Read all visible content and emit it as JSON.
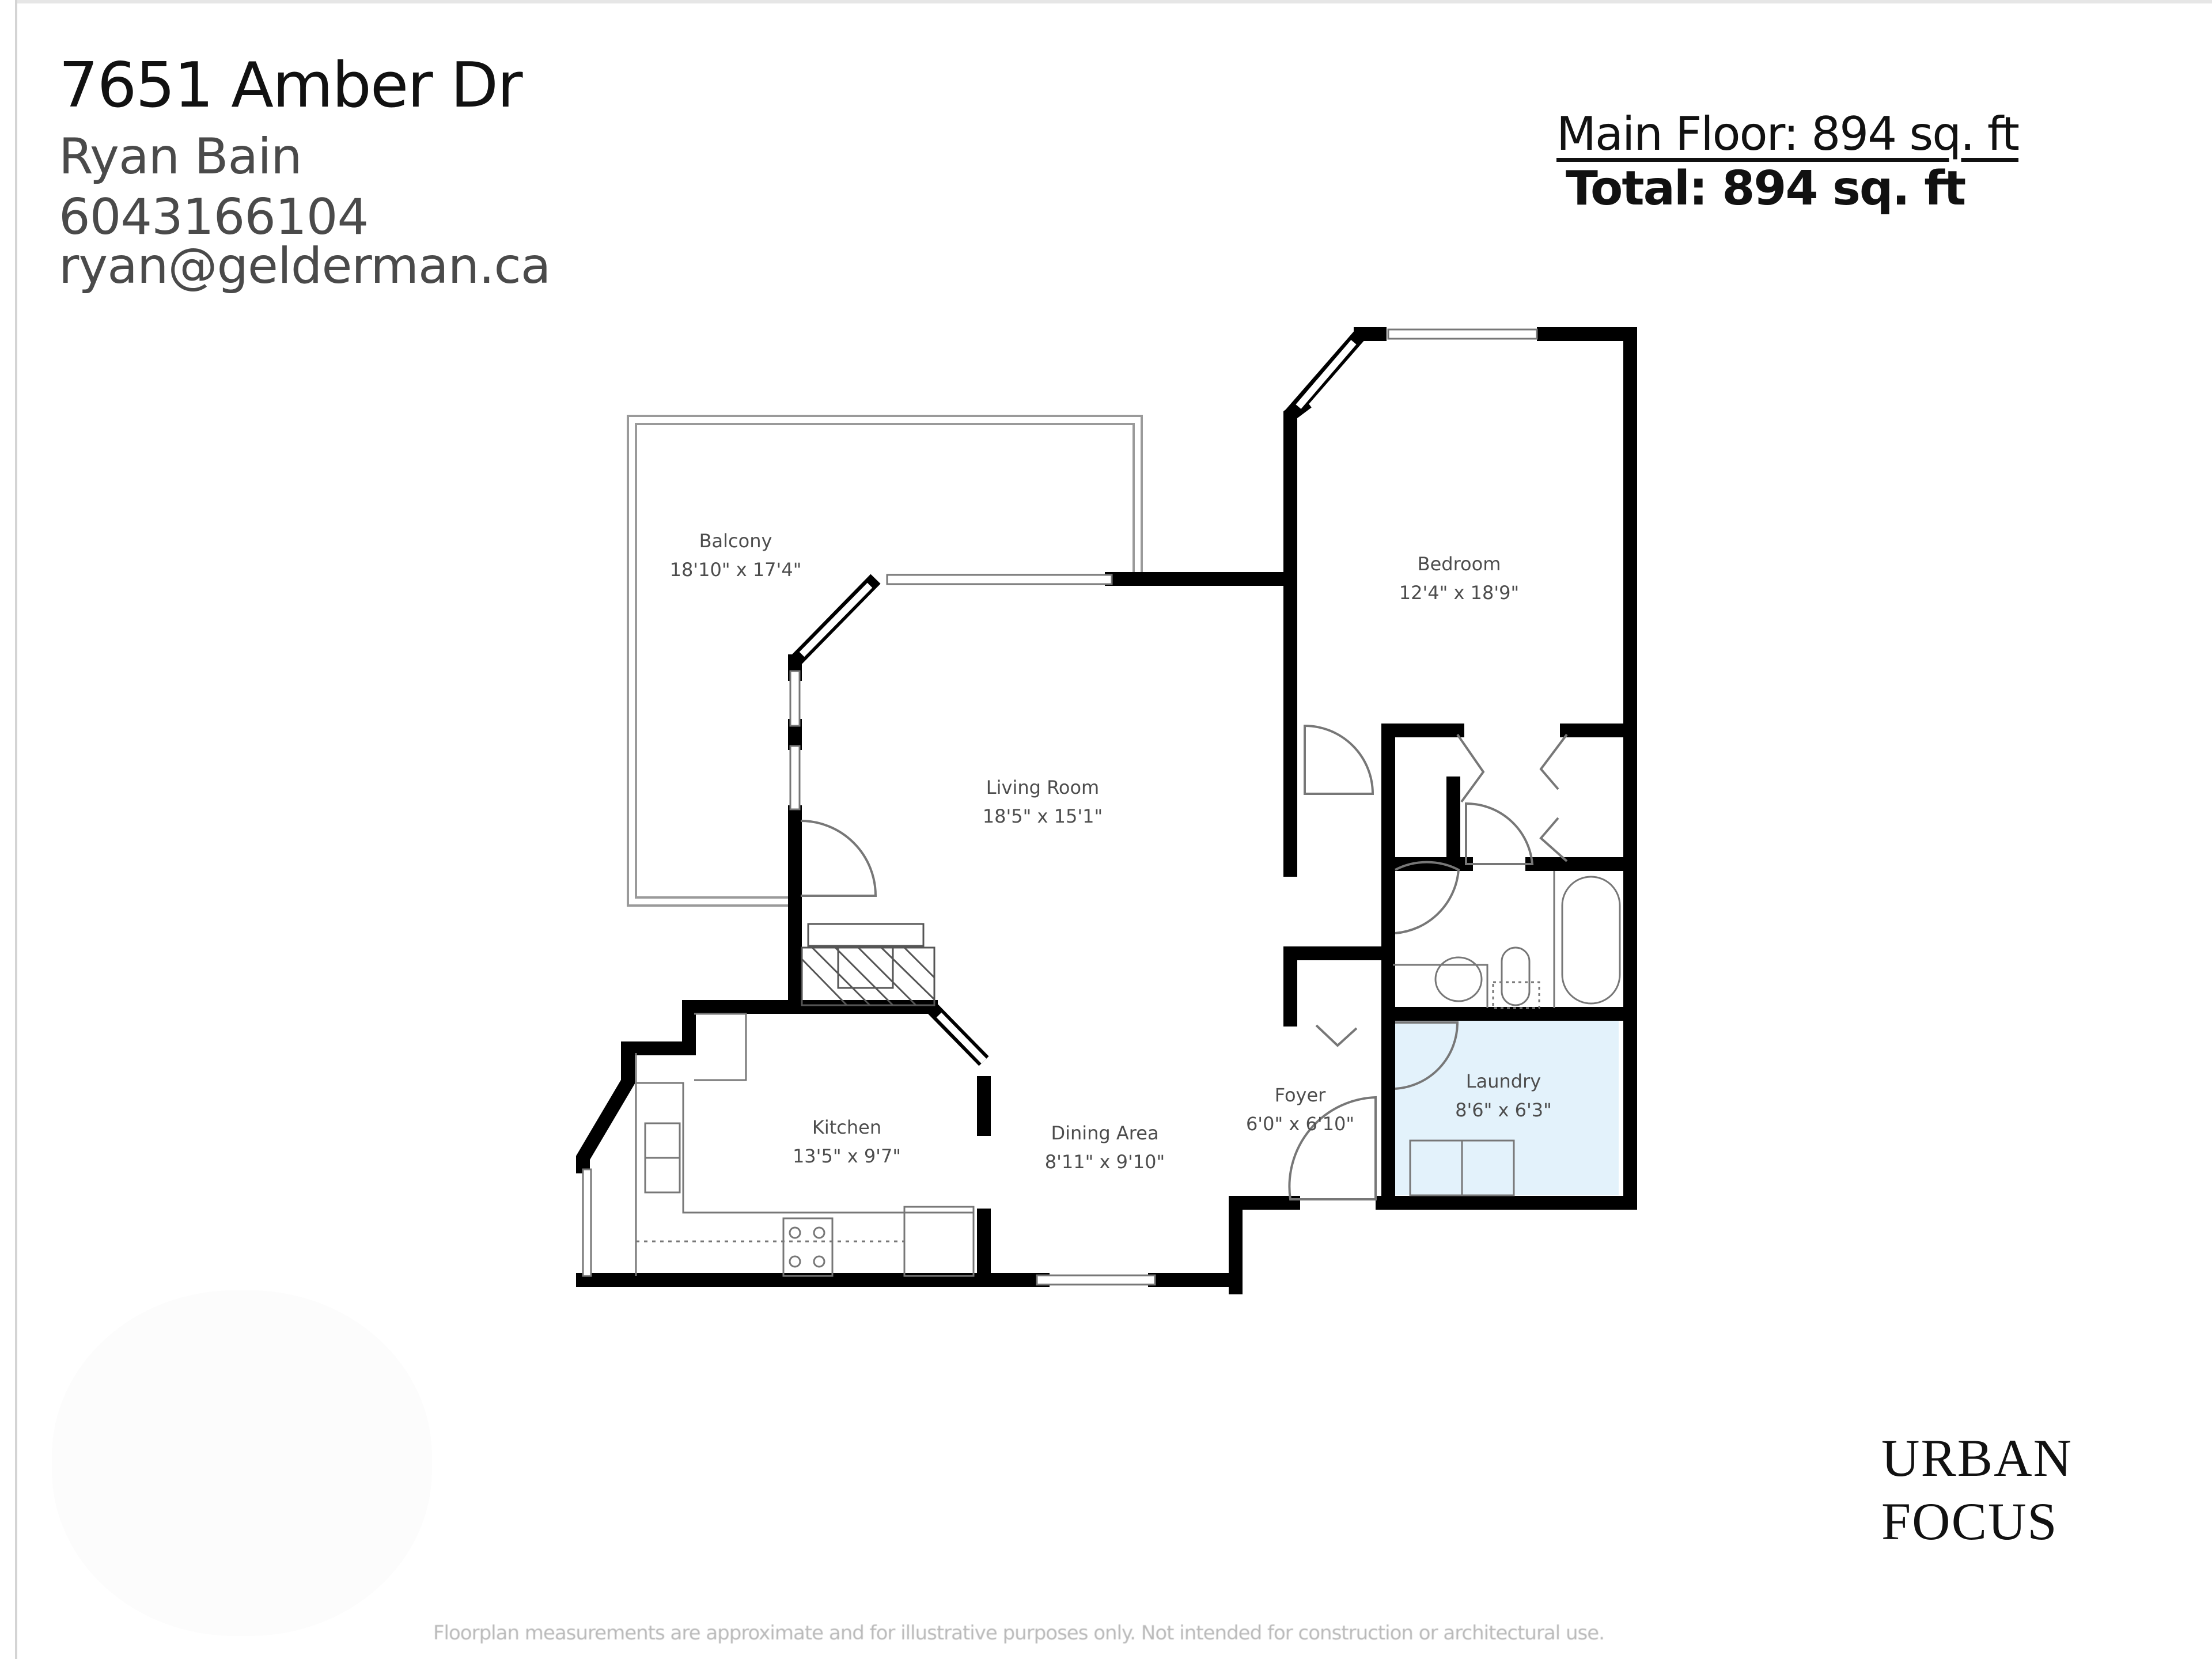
{
  "header": {
    "address": "7651 Amber Dr",
    "agent_name": "Ryan Bain",
    "agent_phone": "6043166104",
    "agent_email": "ryan@gelderman.ca"
  },
  "area_summary": {
    "main_floor": "Main Floor: 894 sq. ft",
    "total": "Total: 894 sq. ft"
  },
  "rooms": [
    {
      "name": "Balcony",
      "dimensions": "18'10\" x 17'4\""
    },
    {
      "name": "Living Room",
      "dimensions": "18'5\" x 15'1\""
    },
    {
      "name": "Bedroom",
      "dimensions": "12'4\" x 18'9\""
    },
    {
      "name": "Kitchen",
      "dimensions": "13'5\" x 9'7\""
    },
    {
      "name": "Dining Area",
      "dimensions": "8'11\" x 9'10\""
    },
    {
      "name": "Foyer",
      "dimensions": "6'0\" x 6'10\""
    },
    {
      "name": "Laundry",
      "dimensions": "8'6\" x 6'3\""
    }
  ],
  "colors": {
    "wall": "#000000",
    "laundry_fill": "#e3f2fb",
    "fixture_line": "#6b6b6b",
    "label_text": "#4d4d4d"
  },
  "brand": {
    "line1": "URBAN",
    "line2": "FOCUS"
  },
  "disclaimer": "Floorplan measurements are approximate and for illustrative purposes only. Not intended for construction or architectural use."
}
